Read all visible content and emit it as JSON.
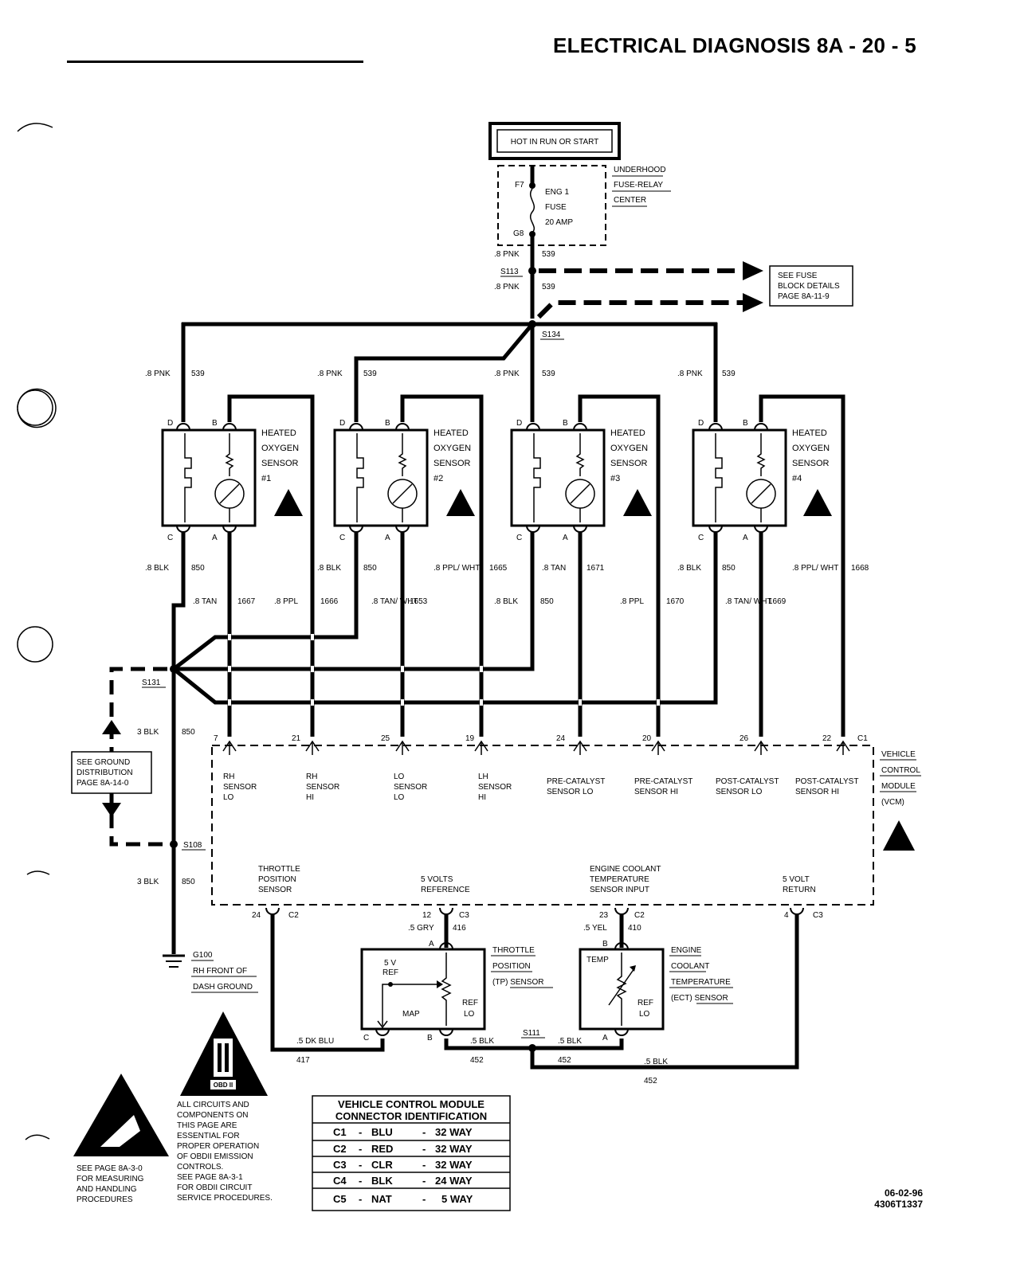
{
  "header": {
    "title": "ELECTRICAL DIAGNOSIS  8A - 20 - 5"
  },
  "power": {
    "hot_label": "HOT IN RUN OR START"
  },
  "fuse_center": {
    "name_lines": [
      "UNDERHOOD",
      "FUSE-RELAY",
      "CENTER"
    ],
    "fuse_lines": [
      "ENG 1",
      "FUSE",
      "20 AMP"
    ],
    "terminal_in": "F7",
    "terminal_out": "G8"
  },
  "feed": {
    "wire_top": {
      "gauge": ".8 PNK",
      "circuit": "539"
    },
    "splice_top": "S113",
    "wire_mid": {
      "gauge": ".8 PNK",
      "circuit": "539"
    },
    "splice_main": "S134",
    "see_fuse_block": [
      "SEE FUSE",
      "BLOCK DETAILS",
      "PAGE 8A-11-9"
    ]
  },
  "sensors": [
    {
      "title_lines": [
        "HEATED",
        "OXYGEN",
        "SENSOR",
        "#1"
      ],
      "feed": {
        "gauge": ".8 PNK",
        "circuit": "539"
      },
      "pins": {
        "d": "D",
        "b": "B",
        "c": "C",
        "a": "A"
      },
      "ground_wire": {
        "gauge": ".8 BLK",
        "circuit": "850"
      },
      "signal_hi": {
        "gauge": ".8 PPL",
        "circuit": "1666"
      },
      "signal_lo": {
        "gauge": ".8 TAN",
        "circuit": "1667"
      }
    },
    {
      "title_lines": [
        "HEATED",
        "OXYGEN",
        "SENSOR",
        "#2"
      ],
      "feed": {
        "gauge": ".8 PNK",
        "circuit": "539"
      },
      "pins": {
        "d": "D",
        "b": "B",
        "c": "C",
        "a": "A"
      },
      "ground_wire": {
        "gauge": ".8 BLK",
        "circuit": "850"
      },
      "signal_hi": {
        "gauge": ".8 PPL/ WHT",
        "circuit": "1665"
      },
      "signal_lo": {
        "gauge": ".8 TAN/ WHT",
        "circuit": "1653"
      }
    },
    {
      "title_lines": [
        "HEATED",
        "OXYGEN",
        "SENSOR",
        "#3"
      ],
      "feed": {
        "gauge": ".8 PNK",
        "circuit": "539"
      },
      "pins": {
        "d": "D",
        "b": "B",
        "c": "C",
        "a": "A"
      },
      "ground_wire": {
        "gauge": ".8 BLK",
        "circuit": "850"
      },
      "signal_hi": {
        "gauge": ".8 PPL",
        "circuit": "1670"
      },
      "signal_lo": {
        "gauge": ".8 TAN",
        "circuit": "1671"
      }
    },
    {
      "title_lines": [
        "HEATED",
        "OXYGEN",
        "SENSOR",
        "#4"
      ],
      "feed": {
        "gauge": ".8 PNK",
        "circuit": "539"
      },
      "pins": {
        "d": "D",
        "b": "B",
        "c": "C",
        "a": "A"
      },
      "ground_wire": {
        "gauge": ".8 BLK",
        "circuit": "850"
      },
      "signal_hi": {
        "gauge": ".8 PPL/ WHT",
        "circuit": "1668"
      },
      "signal_lo": {
        "gauge": ".8 TAN/ WHT",
        "circuit": "1669"
      }
    }
  ],
  "ground_splice": {
    "splice": "S131",
    "wire_upper": {
      "gauge": "3 BLK",
      "circuit": "850"
    },
    "see_ground": [
      "SEE GROUND",
      "DISTRIBUTION",
      "PAGE 8A-14-0"
    ],
    "splice_lower": "S108",
    "wire_lower": {
      "gauge": "3 BLK",
      "circuit": "850"
    },
    "ground_point": [
      "G100",
      "RH FRONT OF",
      "DASH GROUND"
    ]
  },
  "vcm": {
    "name_lines": [
      "VEHICLE",
      "CONTROL",
      "MODULE",
      "(VCM)"
    ],
    "connector_top": "C1",
    "top_pins": [
      {
        "pin": "7",
        "label_lines": [
          "RH",
          "SENSOR",
          "LO"
        ]
      },
      {
        "pin": "21",
        "label_lines": [
          "RH",
          "SENSOR",
          "HI"
        ]
      },
      {
        "pin": "25",
        "label_lines": [
          "LO",
          "SENSOR",
          "LO"
        ]
      },
      {
        "pin": "19",
        "label_lines": [
          "LH",
          "SENSOR",
          "HI"
        ]
      },
      {
        "pin": "24",
        "label_lines": [
          "PRE-CATALYST",
          "SENSOR LO"
        ]
      },
      {
        "pin": "20",
        "label_lines": [
          "PRE-CATALYST",
          "SENSOR HI"
        ]
      },
      {
        "pin": "26",
        "label_lines": [
          "POST-CATALYST",
          "SENSOR LO"
        ]
      },
      {
        "pin": "22",
        "label_lines": [
          "POST-CATALYST",
          "SENSOR HI"
        ]
      }
    ],
    "bottom_pins": [
      {
        "pin": "24",
        "connector": "C2",
        "label_lines": [
          "THROTTLE",
          "POSITION",
          "SENSOR"
        ]
      },
      {
        "pin": "12",
        "connector": "C3",
        "label_lines": [
          "5 VOLTS",
          "REFERENCE"
        ]
      },
      {
        "pin": "23",
        "connector": "C2",
        "label_lines": [
          "ENGINE COOLANT",
          "TEMPERATURE",
          "SENSOR INPUT"
        ]
      },
      {
        "pin": "4",
        "connector": "C3",
        "label_lines": [
          "5 VOLT",
          "RETURN"
        ]
      }
    ]
  },
  "tp_sensor": {
    "title_lines": [
      "THROTTLE",
      "POSITION",
      "(TP) SENSOR"
    ],
    "ref_label": [
      "5 V",
      "REF"
    ],
    "map_label": "MAP",
    "ref_lo": [
      "REF",
      "LO"
    ],
    "pin_a": "A",
    "pin_b": "B",
    "pin_c": "C",
    "wire_ref": {
      "gauge": ".5 GRY",
      "circuit": "416"
    },
    "wire_signal": {
      "gauge": ".5 DK BLU",
      "circuit": "417"
    },
    "wire_lo": {
      "gauge": ".5 BLK",
      "circuit": "452"
    }
  },
  "ect_sensor": {
    "title_lines": [
      "ENGINE",
      "COOLANT",
      "TEMPERATURE",
      "(ECT) SENSOR"
    ],
    "temp_label": "TEMP",
    "ref_lo": [
      "REF",
      "LO"
    ],
    "pin_a": "A",
    "pin_b": "B",
    "wire_signal": {
      "gauge": ".5 YEL",
      "circuit": "410"
    },
    "wire_lo": {
      "gauge": ".5 BLK",
      "circuit": "452"
    }
  },
  "return_splice": {
    "splice": "S111",
    "wire_out": {
      "circuit": "452"
    },
    "wire_return": {
      "gauge": ".5 BLK",
      "circuit": "452"
    }
  },
  "obd_notice": {
    "badge": "OBD II",
    "text_lines": [
      "ALL CIRCUITS AND",
      "COMPONENTS ON",
      "THIS PAGE ARE",
      "ESSENTIAL FOR",
      "PROPER OPERATION",
      "OF OBDII EMISSION",
      "CONTROLS.",
      "SEE PAGE 8A-3-1",
      "FOR OBDII CIRCUIT",
      "SERVICE PROCEDURES."
    ]
  },
  "esd_notice": {
    "text_lines": [
      "SEE PAGE 8A-3-0",
      "FOR MEASURING",
      "AND HANDLING",
      "PROCEDURES"
    ]
  },
  "connector_table": {
    "title_lines": [
      "VEHICLE CONTROL MODULE",
      "CONNECTOR IDENTIFICATION"
    ],
    "rows": [
      {
        "id": "C1",
        "color": "BLU",
        "size": "32 WAY"
      },
      {
        "id": "C2",
        "color": "RED",
        "size": "32 WAY"
      },
      {
        "id": "C3",
        "color": "CLR",
        "size": "32 WAY"
      },
      {
        "id": "C4",
        "color": "BLK",
        "size": "24 WAY"
      },
      {
        "id": "C5",
        "color": "NAT",
        "size": "5 WAY"
      }
    ]
  },
  "footer": {
    "date": "06-02-96",
    "code": "4306T1337"
  }
}
